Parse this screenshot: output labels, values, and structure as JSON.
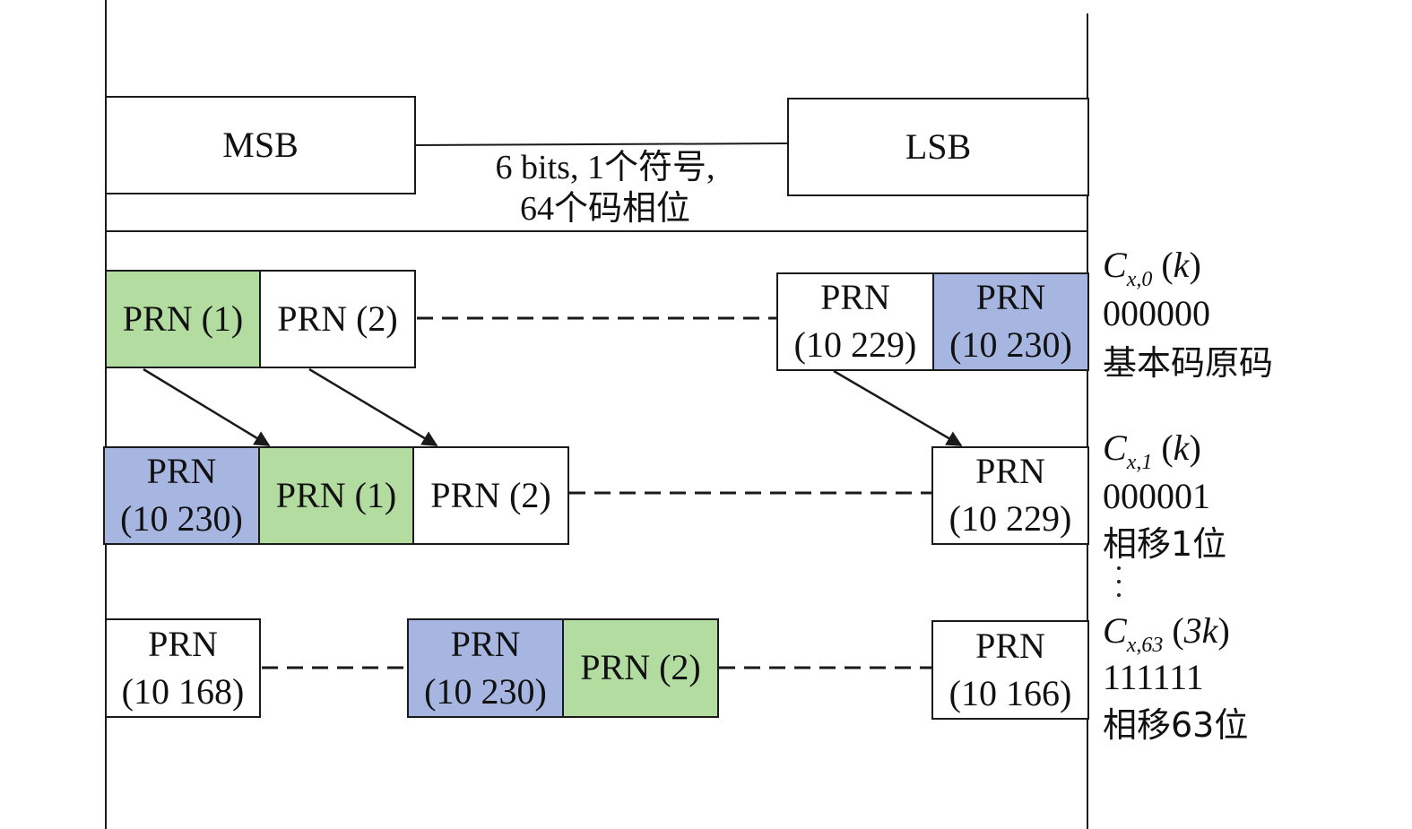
{
  "header": {
    "msb": "MSB",
    "lsb": "LSB",
    "caption_line1": "6 bits, 1个符号,",
    "caption_line2": "64个码相位"
  },
  "rows": [
    {
      "sequence": "C",
      "subscript": "x,0",
      "argument": "k",
      "bits": "000000",
      "description": "基本码原码",
      "cells": [
        {
          "line1": "PRN (1)",
          "line2": "",
          "fill": "green"
        },
        {
          "line1": "PRN (2)",
          "line2": "",
          "fill": "white"
        },
        {
          "line1": "PRN",
          "line2": "(10 229)",
          "fill": "white"
        },
        {
          "line1": "PRN",
          "line2": "(10 230)",
          "fill": "blue"
        }
      ]
    },
    {
      "sequence": "C",
      "subscript": "x,1",
      "argument": "k",
      "bits": "000001",
      "description": "相移1位",
      "cells": [
        {
          "line1": "PRN",
          "line2": "(10 230)",
          "fill": "blue"
        },
        {
          "line1": "PRN (1)",
          "line2": "",
          "fill": "green"
        },
        {
          "line1": "PRN (2)",
          "line2": "",
          "fill": "white"
        },
        {
          "line1": "PRN",
          "line2": "(10 229)",
          "fill": "white"
        }
      ]
    },
    {
      "sequence": "C",
      "subscript": "x,63",
      "argument": "3k",
      "bits": "111111",
      "description": "相移63位",
      "cells": [
        {
          "line1": "PRN",
          "line2": "(10 168)",
          "fill": "white"
        },
        {
          "line1": "PRN",
          "line2": "(10 230)",
          "fill": "blue"
        },
        {
          "line1": "PRN (2)",
          "line2": "",
          "fill": "green"
        },
        {
          "line1": "PRN",
          "line2": "(10 166)",
          "fill": "white"
        }
      ]
    }
  ],
  "colors": {
    "green_fill": "#b3dca0",
    "blue_fill": "#a6b6e1",
    "line": "#1a1a1a"
  }
}
